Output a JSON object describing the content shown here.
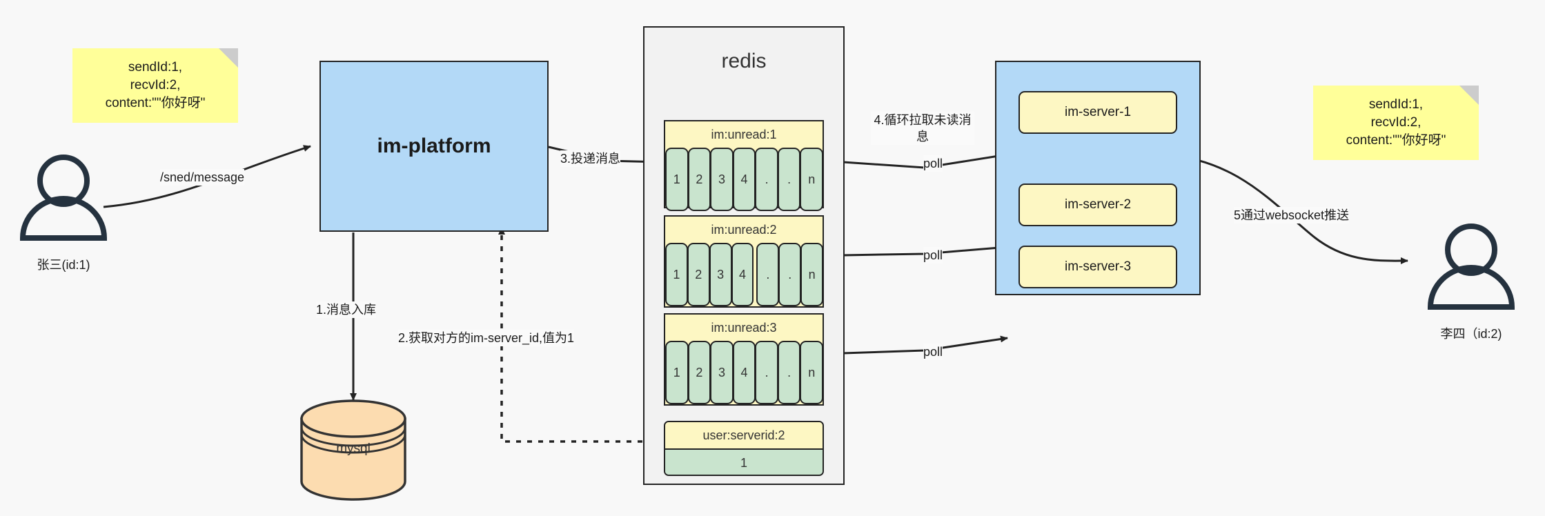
{
  "diagram": {
    "title": "IM message delivery architecture"
  },
  "actors": [
    {
      "name": "sender",
      "label": "张三(id:1)",
      "icon": "user-icon"
    },
    {
      "name": "receiver",
      "label": "李四（id:2)",
      "icon": "user-icon"
    }
  ],
  "notes": [
    {
      "name": "request-payload-note",
      "text": "sendId:1,\nrecvId:2,\ncontent:\"\"你好呀\""
    },
    {
      "name": "push-payload-note",
      "text": "sendId:1,\nrecvId:2,\ncontent:\"\"你好呀\""
    }
  ],
  "platform": {
    "label": "im-platform"
  },
  "database": {
    "label": "mysql"
  },
  "redis": {
    "title": "redis",
    "lists": [
      {
        "key": "im:unread:1",
        "cells": [
          "1",
          "2",
          "3",
          "4",
          ".",
          ".",
          "n"
        ]
      },
      {
        "key": "im:unread:2",
        "cells": [
          "1",
          "2",
          "3",
          "4",
          ".",
          ".",
          "n"
        ]
      },
      {
        "key": "im:unread:3",
        "cells": [
          "1",
          "2",
          "3",
          "4",
          ".",
          ".",
          "n"
        ]
      }
    ],
    "kv": {
      "key": "user:serverid:2",
      "value": "1"
    }
  },
  "servers": [
    {
      "label": "im-server-1"
    },
    {
      "label": "im-server-2"
    },
    {
      "label": "im-server-3"
    }
  ],
  "edges": {
    "send_message": "/sned/message",
    "step1": "1.消息入库",
    "step2": "2.获取对方的im-server_id,值为1",
    "step3": "3.投递消息",
    "step4": "4.循环拉取未读消\n息",
    "poll1": "poll",
    "poll2": "poll",
    "poll3": "poll",
    "step5": "5通过websocket推送"
  },
  "colors": {
    "background": "#f8f8f8",
    "sticky": "#ffff99",
    "platform_fill": "#b3d9f7",
    "server_fill": "#fdf7c3",
    "cell_fill": "#c9e4ce",
    "db_fill": "#fcdcb0",
    "stroke": "#232323",
    "actor_stroke": "#25323f"
  }
}
